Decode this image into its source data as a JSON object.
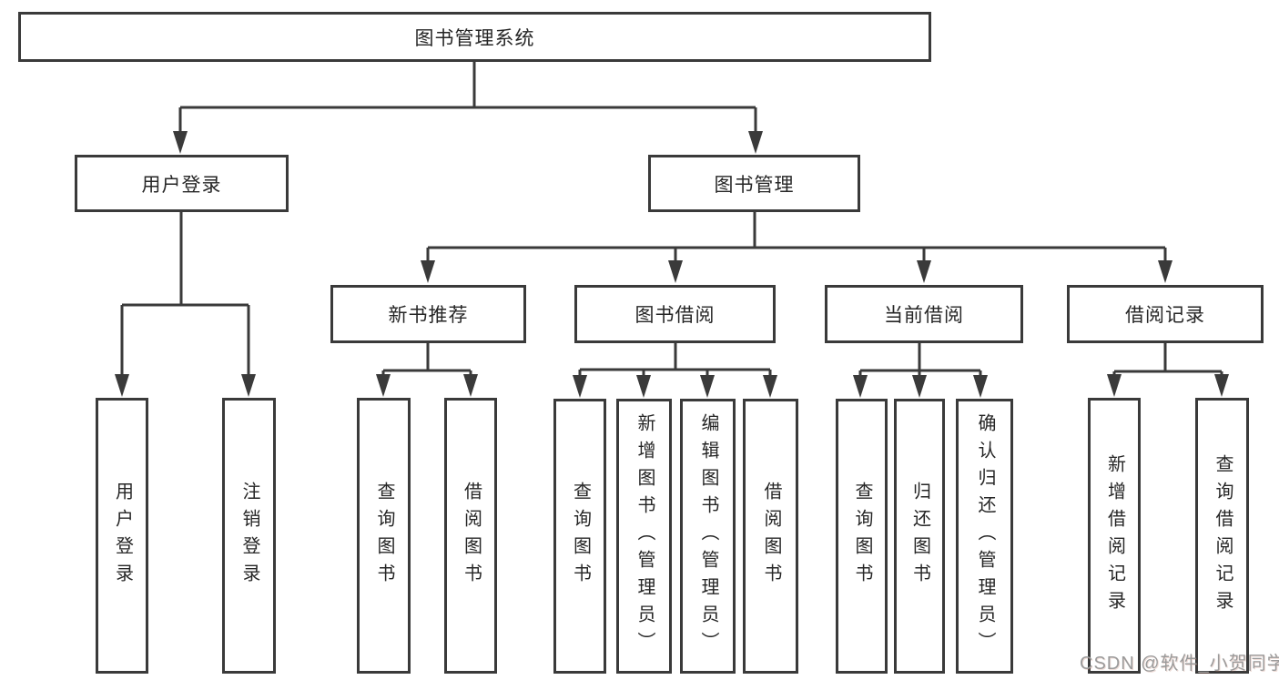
{
  "diagram": {
    "root": {
      "label": "图书管理系统"
    },
    "level2": {
      "user_login": {
        "label": "用户登录"
      },
      "book_management": {
        "label": "图书管理"
      }
    },
    "level3": {
      "new_book_recommend": {
        "label": "新书推荐"
      },
      "book_borrow": {
        "label": "图书借阅"
      },
      "current_borrow": {
        "label": "当前借阅"
      },
      "borrow_records": {
        "label": "借阅记录"
      }
    },
    "leaves": {
      "user_login": {
        "label": "用户登录"
      },
      "logout": {
        "label": "注销登录"
      },
      "recommend_query_book": {
        "label": "查询图书"
      },
      "recommend_borrow_book": {
        "label": "借阅图书"
      },
      "borrow_query_book": {
        "label": "查询图书"
      },
      "borrow_add_book": {
        "label": "新增图书（管理员）"
      },
      "borrow_edit_book": {
        "label": "编辑图书（管理员）"
      },
      "borrow_borrow_book": {
        "label": "借阅图书"
      },
      "current_query_book": {
        "label": "查询图书"
      },
      "current_return_book": {
        "label": "归还图书"
      },
      "current_confirm_return": {
        "label": "确认归还（管理员）"
      },
      "records_add_record": {
        "label": "新增借阅记录"
      },
      "records_query_record": {
        "label": "查询借阅记录"
      }
    }
  },
  "watermark": {
    "text": "CSDN @软件_小贺同学",
    "color": "#9b9b9b"
  },
  "colors": {
    "line": "#3a3a3a",
    "text": "#262626",
    "background": "#ffffff"
  }
}
